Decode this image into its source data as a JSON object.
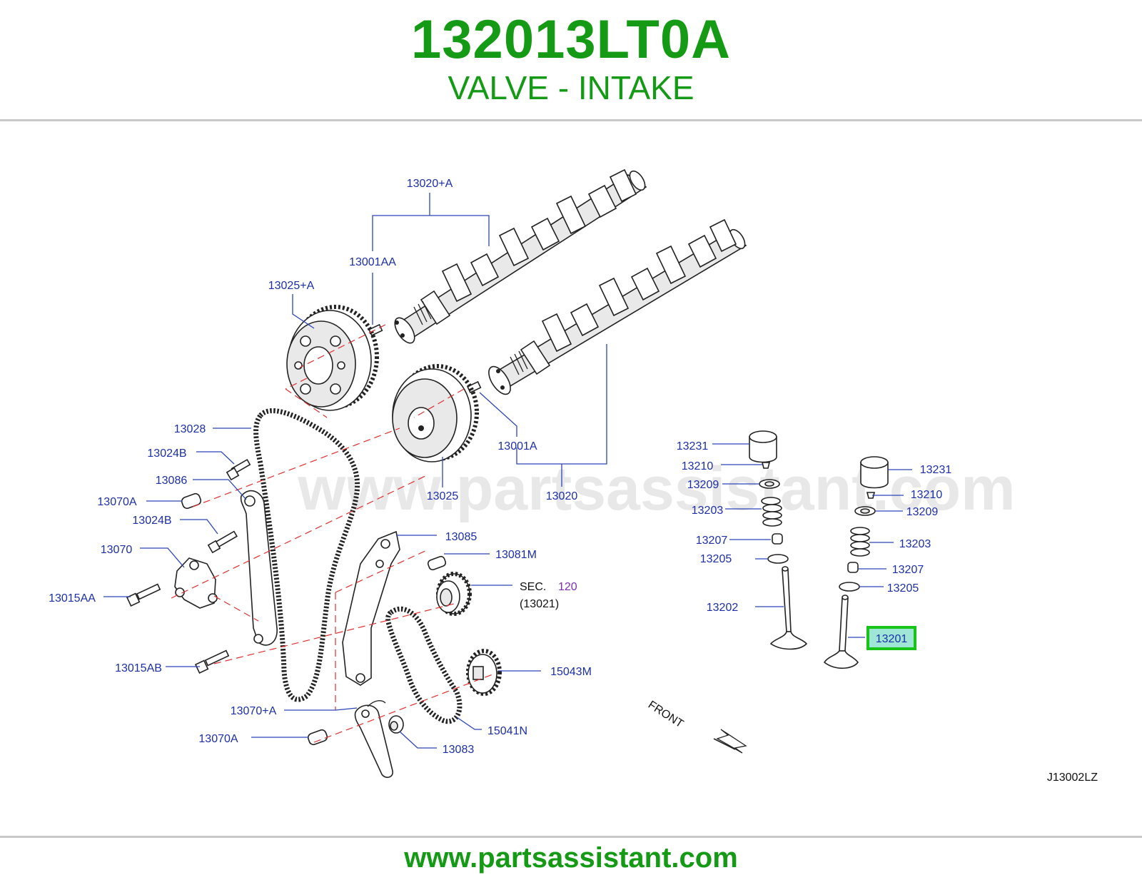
{
  "header": {
    "part_number": "132013LT0A",
    "part_name": "VALVE - INTAKE"
  },
  "diagram": {
    "watermark": "www.partsassistant.com",
    "code": "J13002LZ",
    "front_label": "FRONT",
    "sec_label": "SEC.",
    "sec_number": "120",
    "sec_sub": "(13021)",
    "highlighted_part": "13201",
    "labels": {
      "l_13020A": "13020+A",
      "l_13001AA": "13001AA",
      "l_13025A": "13025+A",
      "l_13028": "13028",
      "l_13024B_1": "13024B",
      "l_13086": "13086",
      "l_13070A_1": "13070A",
      "l_13024B_2": "13024B",
      "l_13070": "13070",
      "l_13015AA": "13015AA",
      "l_13015AB": "13015AB",
      "l_13070pA": "13070+A",
      "l_13070A_2": "13070A",
      "l_13001A": "13001A",
      "l_13025": "13025",
      "l_13020": "13020",
      "l_13085": "13085",
      "l_13081M": "13081M",
      "l_15043M": "15043M",
      "l_15041N": "15041N",
      "l_13083": "13083",
      "l_13231_1": "13231",
      "l_13210_1": "13210",
      "l_13209_1": "13209",
      "l_13203_1": "13203",
      "l_13207_1": "13207",
      "l_13205_1": "13205",
      "l_13202": "13202",
      "l_13231_2": "13231",
      "l_13210_2": "13210",
      "l_13209_2": "13209",
      "l_13203_2": "13203",
      "l_13207_2": "13207",
      "l_13205_2": "13205",
      "l_13201": "13201"
    }
  },
  "footer": {
    "website": "www.partsassistant.com"
  },
  "colors": {
    "brand_green": "#159a15",
    "label_blue": "#1c2fa8",
    "highlight_green": "#19c419",
    "dash_red": "#e03030"
  }
}
